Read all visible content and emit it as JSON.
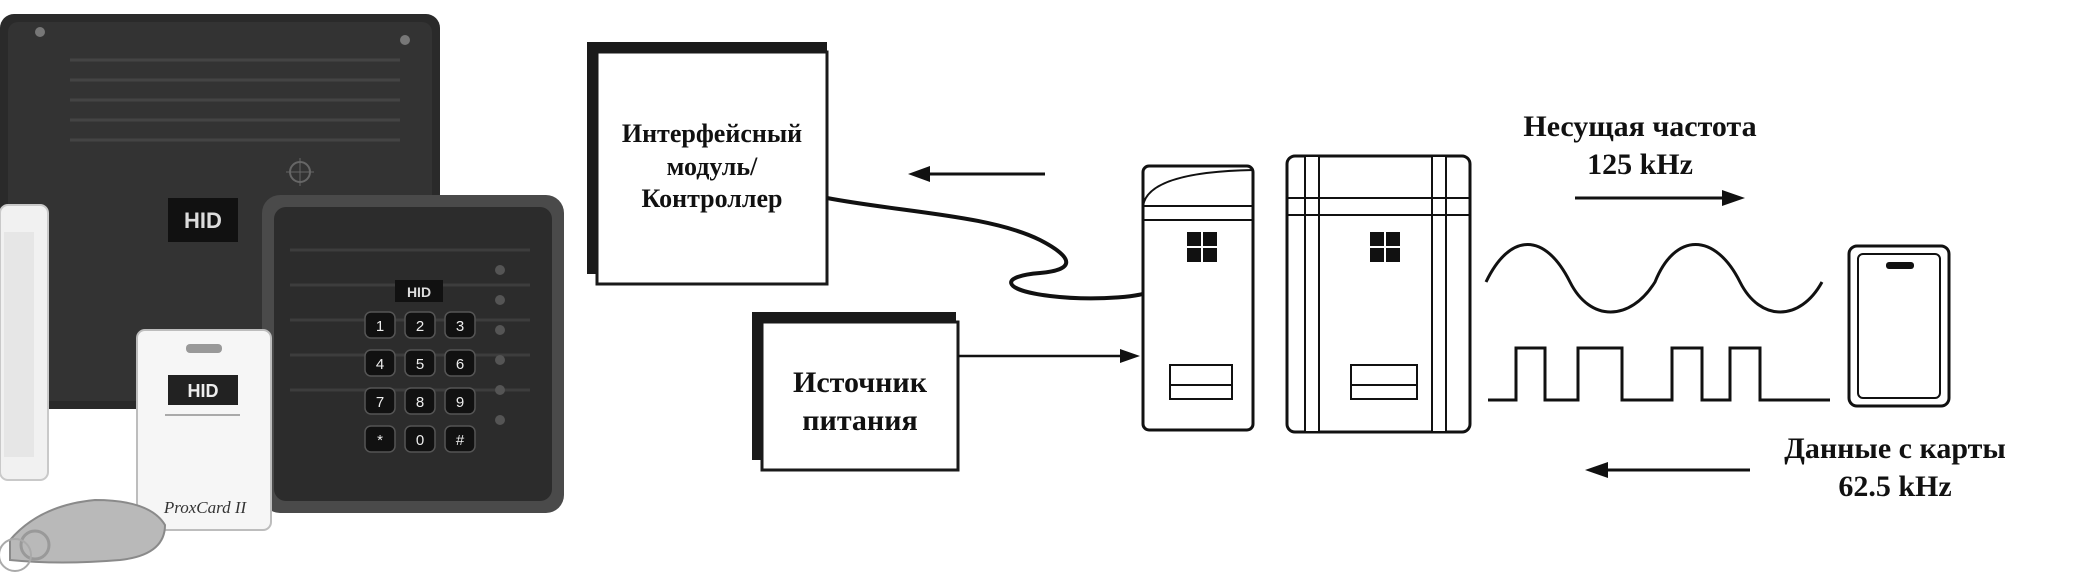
{
  "photo": {
    "large_reader_logo": "HID",
    "keypad_logo": "HID",
    "card_logo": "HID",
    "card_brand": "ProxCard II",
    "keypad_keys": [
      "1",
      "2",
      "3",
      "4",
      "5",
      "6",
      "7",
      "8",
      "9",
      "*",
      "0",
      "#"
    ]
  },
  "diagram": {
    "interface_label": [
      "Интерфейсный",
      "модуль/",
      "Контроллер"
    ],
    "power_label": [
      "Источник",
      "питания"
    ],
    "carrier_label": [
      "Несущая частота",
      "125 kHz"
    ],
    "data_label": [
      "Данные с карты",
      "62.5 kHz"
    ]
  }
}
